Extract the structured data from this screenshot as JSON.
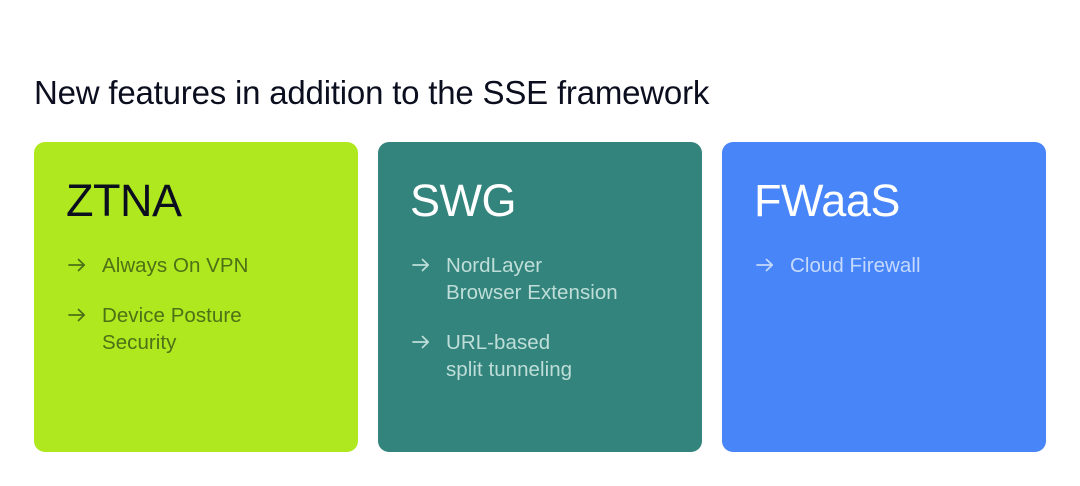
{
  "page": {
    "title": "New features in addition to the SSE framework",
    "background_color": "#ffffff",
    "title_color": "#0b0e1e"
  },
  "cards": [
    {
      "heading": "ZTNA",
      "background_color": "#b0e81f",
      "heading_color": "#0b0e1e",
      "item_color": "#4c7116",
      "items": [
        {
          "icon": "arrow-right-icon",
          "label": "Always On VPN"
        },
        {
          "icon": "arrow-right-icon",
          "label": "Device Posture\nSecurity"
        }
      ]
    },
    {
      "heading": "SWG",
      "background_color": "#33847c",
      "heading_color": "#ffffff",
      "item_color": "#bfded9",
      "items": [
        {
          "icon": "arrow-right-icon",
          "label": "NordLayer\nBrowser Extension"
        },
        {
          "icon": "arrow-right-icon",
          "label": "URL-based\nsplit tunneling"
        }
      ]
    },
    {
      "heading": "FWaaS",
      "background_color": "#4785f9",
      "heading_color": "#ffffff",
      "item_color": "#c5d9fd",
      "items": [
        {
          "icon": "arrow-right-icon",
          "label": "Cloud Firewall"
        }
      ]
    }
  ]
}
